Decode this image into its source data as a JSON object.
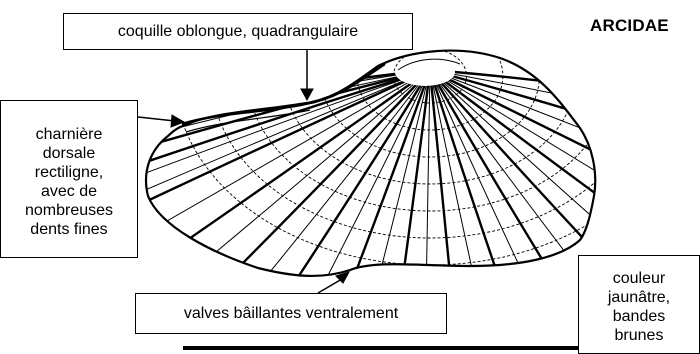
{
  "family": "ARCIDAE",
  "labels": {
    "shell_shape": "coquille oblongue, quadrangulaire",
    "hinge": [
      "charnière",
      "dorsale",
      "rectiligne,",
      "avec de",
      "nombreuses",
      "dents fines"
    ],
    "ventral": "valves bâillantes ventralement",
    "color": [
      "couleur",
      "jaunâtre,",
      "bandes",
      "brunes"
    ]
  },
  "icons": {
    "shell": "ark-clam-shell-illustration",
    "arrows": "pointer-arrow-icon"
  }
}
